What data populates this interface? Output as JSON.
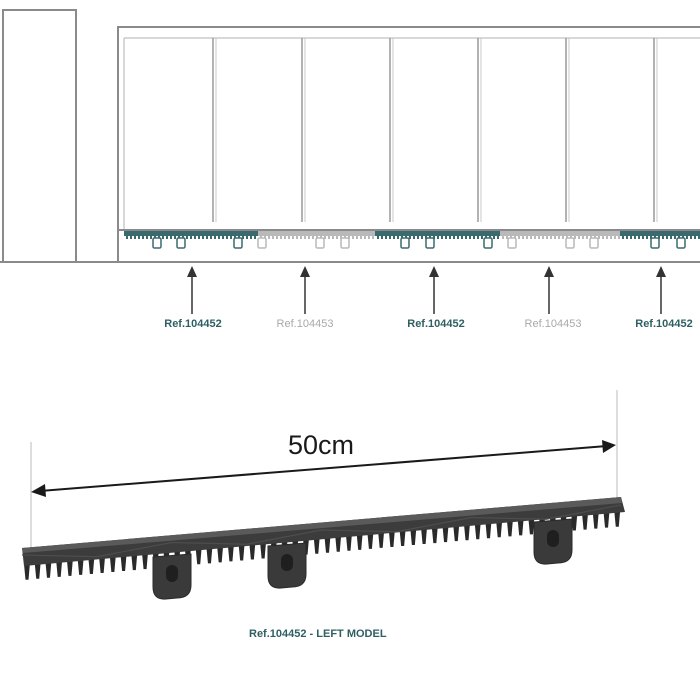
{
  "gate": {
    "refs": [
      {
        "text": "Ref.104452",
        "variant": "dark"
      },
      {
        "text": "Ref.104453",
        "variant": "light"
      },
      {
        "text": "Ref.104452",
        "variant": "dark"
      },
      {
        "text": "Ref.104453",
        "variant": "light"
      },
      {
        "text": "Ref.104452",
        "variant": "dark"
      }
    ],
    "colors": {
      "dark_rack": "#3a6a6e",
      "light_rack": "#b9b9b9",
      "frame": "#888888"
    }
  },
  "rack": {
    "dimension_label": "50cm",
    "caption": "Ref.104452 - LEFT MODEL",
    "colors": {
      "body": "#3c3c3c",
      "top": "#5a5a5a",
      "teeth": "#2a2a2a"
    }
  }
}
